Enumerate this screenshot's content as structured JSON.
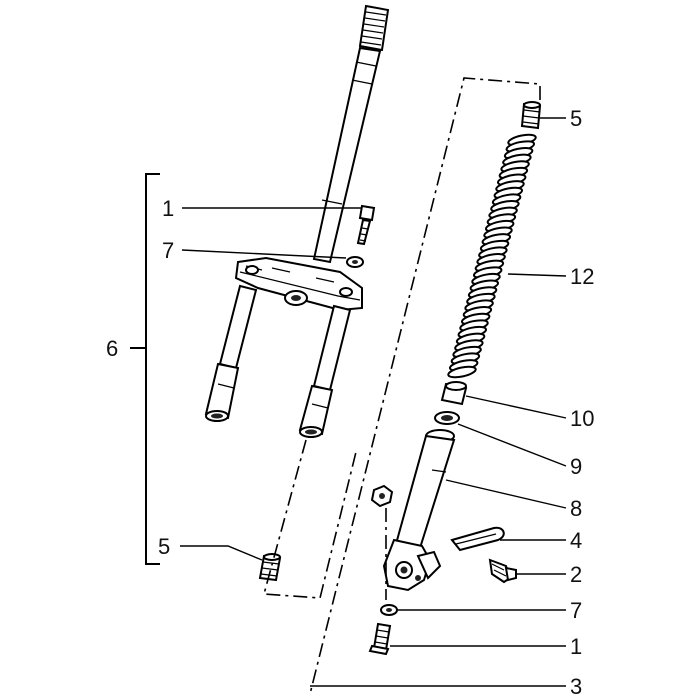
{
  "diagram": {
    "type": "exploded-parts-diagram",
    "callouts": [
      {
        "id": "c1_top",
        "label": "1"
      },
      {
        "id": "c7_top",
        "label": "7"
      },
      {
        "id": "c6",
        "label": "6"
      },
      {
        "id": "c5_bottom",
        "label": "5"
      },
      {
        "id": "c5_top",
        "label": "5"
      },
      {
        "id": "c12",
        "label": "12"
      },
      {
        "id": "c10",
        "label": "10"
      },
      {
        "id": "c9",
        "label": "9"
      },
      {
        "id": "c8",
        "label": "8"
      },
      {
        "id": "c4",
        "label": "4"
      },
      {
        "id": "c2",
        "label": "2"
      },
      {
        "id": "c7_bottom",
        "label": "7"
      },
      {
        "id": "c1_bottom",
        "label": "1"
      },
      {
        "id": "c3",
        "label": "3"
      }
    ]
  }
}
